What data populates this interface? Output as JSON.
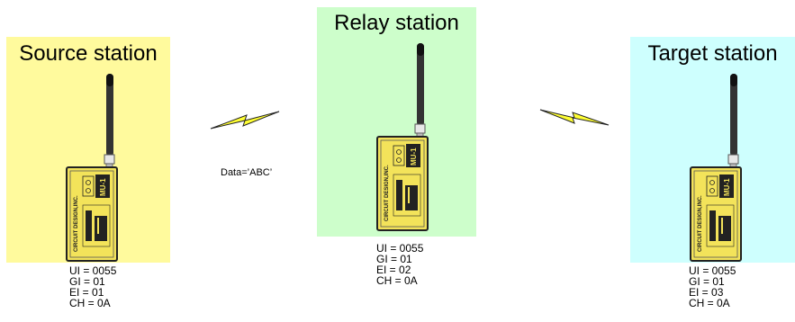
{
  "colors": {
    "source": "#fffa9d",
    "relay": "#cdfecb",
    "target": "#cefffe",
    "device_body": "#f3e35a",
    "device_outline": "#222222",
    "antenna": "#333333"
  },
  "stations": [
    {
      "title": "Source station",
      "params": [
        "UI = 0055",
        "GI = 01",
        "EI = 01",
        "CH = 0A"
      ]
    },
    {
      "title": "Relay station",
      "params": [
        "UI = 0055",
        "GI = 01",
        "EI = 02",
        "CH = 0A"
      ]
    },
    {
      "title": "Target station",
      "params": [
        "UI = 0055",
        "GI = 01",
        "EI = 03",
        "CH = 0A"
      ]
    }
  ],
  "transmission": {
    "data_label": "Data=’ABC’"
  },
  "device": {
    "brand_text": "CIRCUIT DESIGN,INC.",
    "model_text": "MU-1",
    "icon": "radio-module-icon"
  }
}
